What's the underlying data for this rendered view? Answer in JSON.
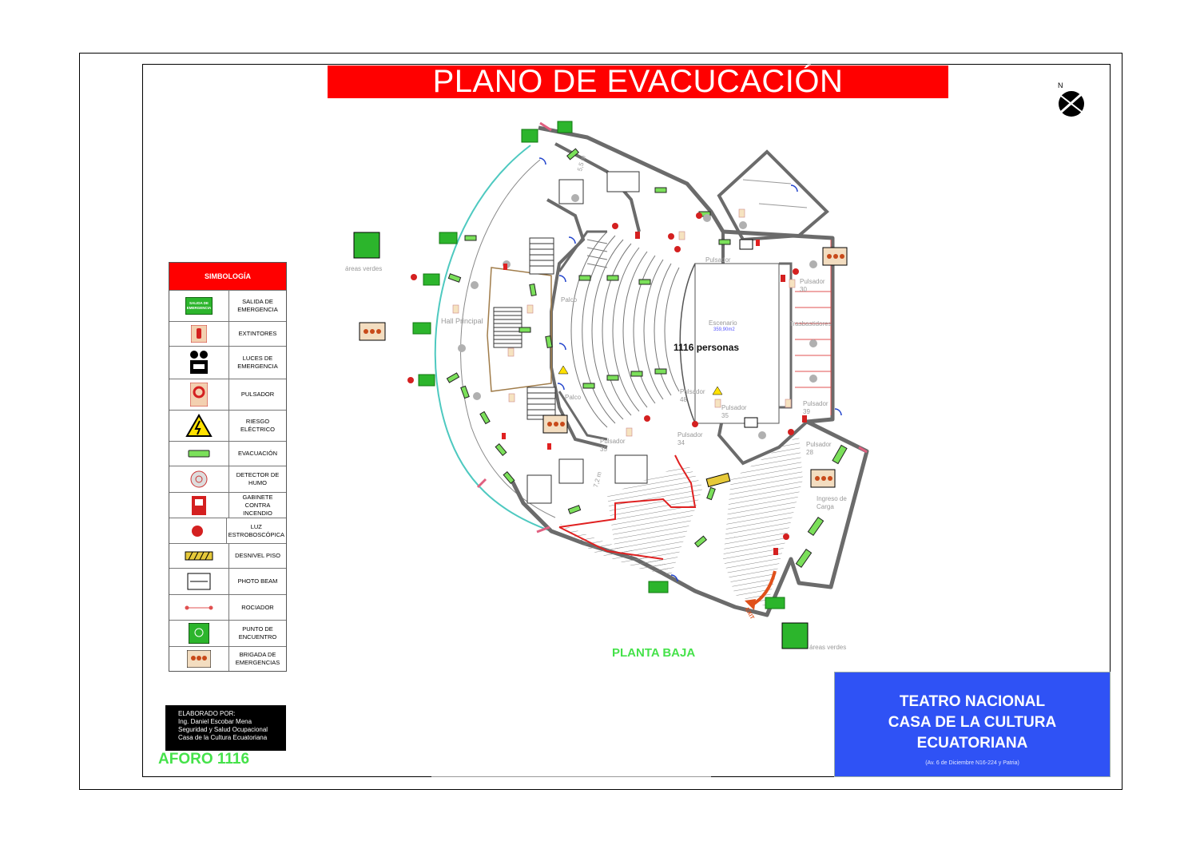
{
  "title": "PLANO DE EVACUCACIÓN",
  "north_label": "N",
  "legend": {
    "heading": "SIMBOLOGÍA",
    "items": [
      {
        "label": "SALIDA DE EMERGENCIA",
        "icon": "exit-sign-icon",
        "icon_text": "SALIDA DE EMERGENCIA"
      },
      {
        "label": "EXTINTORES",
        "icon": "extinguisher-icon"
      },
      {
        "label": "LUCES DE EMERGENCIA",
        "icon": "emergency-light-icon"
      },
      {
        "label": "PULSADOR",
        "icon": "pulsador-icon"
      },
      {
        "label": "RIESGO ELÉCTRICO",
        "icon": "electric-risk-icon"
      },
      {
        "label": "EVACUACIÓN",
        "icon": "evacuation-arrow-icon"
      },
      {
        "label": "DETECTOR DE HUMO",
        "icon": "smoke-detector-icon"
      },
      {
        "label": "GABINETE CONTRA INCENDIO",
        "icon": "fire-cabinet-icon"
      },
      {
        "label": "LUZ ESTROBOSCÓPICA",
        "icon": "strobe-light-icon"
      },
      {
        "label": "DESNIVEL PISO",
        "icon": "floor-level-icon"
      },
      {
        "label": "PHOTO BEAM",
        "icon": "photo-beam-icon"
      },
      {
        "label": "ROCIADOR",
        "icon": "sprinkler-icon"
      },
      {
        "label": "PUNTO DE ENCUENTRO",
        "icon": "meeting-point-icon"
      },
      {
        "label": "BRIGADA DE EMERGENCIAS",
        "icon": "brigade-icon"
      }
    ]
  },
  "plan_labels": {
    "capacity": "1116 personas",
    "hall": "Hall Principal",
    "stage": "Escenario",
    "stage_area": "359,90m2",
    "backstage": "Trasbastidores",
    "palco_top": "Palco",
    "palco_bottom": "Palco",
    "areas_verdes_left": "áreas verdes",
    "areas_verdes_right": "áreas verdes",
    "ingreso_carga": "Ingreso de Carga",
    "dim_top": "5,5 m",
    "dim_bottom": "7,2 m",
    "pulsadores": [
      {
        "name": "Pulsador",
        "num": "30"
      },
      {
        "name": "Pulsador",
        "num": "39"
      },
      {
        "name": "Pulsador",
        "num": "28"
      },
      {
        "name": "Pulsador",
        "num": "35"
      },
      {
        "name": "Pulsador",
        "num": "35"
      },
      {
        "name": "Pulsador",
        "num": "48"
      },
      {
        "name": "Pulsador",
        "num": "34"
      },
      {
        "name": "Pulsador",
        "num": ""
      }
    ],
    "exit_sign_text": "SALIDA DE EMERGENCIA",
    "exit_word": "EXIT"
  },
  "floor_name": "PLANTA BAJA",
  "credits": {
    "line1": "ELABORADO POR:",
    "line2": "Ing. Daniel Escobar Mena",
    "line3": "Seguridad y Salud Ocupacional",
    "line4": "Casa de la Cultura Ecuatoriana"
  },
  "aforo": "AFORO 1116",
  "info": {
    "line1": "TEATRO NACIONAL",
    "line2": "CASA DE LA CULTURA",
    "line3": "ECUATORIANA",
    "address": "(Av. 6 de Diciembre N16-224 y Patria)"
  },
  "colors": {
    "red": "#ff0000",
    "green": "#45e24a",
    "blue": "#2f52f5",
    "wall": "#6b6b6b",
    "cyan": "#4ec9c0"
  }
}
